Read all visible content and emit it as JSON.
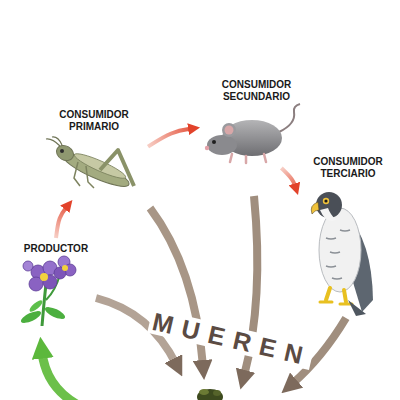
{
  "diagram": {
    "nodes": [
      {
        "text": [
          "PRODUCTOR"
        ]
      },
      {
        "text": [
          "CONSUMIDOR PRIMARIO"
        ]
      },
      {
        "text": [
          "CONSUMIDOR SECUNDARIO"
        ]
      },
      {
        "text": [
          "CONSUMIDOR TERCIARIO"
        ]
      }
    ],
    "edges": [
      {
        "from": 0,
        "to": 1,
        "arrow": "to"
      },
      {
        "from": 1,
        "to": 2,
        "arrow": "to"
      },
      {
        "from": 2,
        "to": 3,
        "arrow": "to"
      }
    ],
    "labels": [
      "MUEREN"
    ]
  }
}
